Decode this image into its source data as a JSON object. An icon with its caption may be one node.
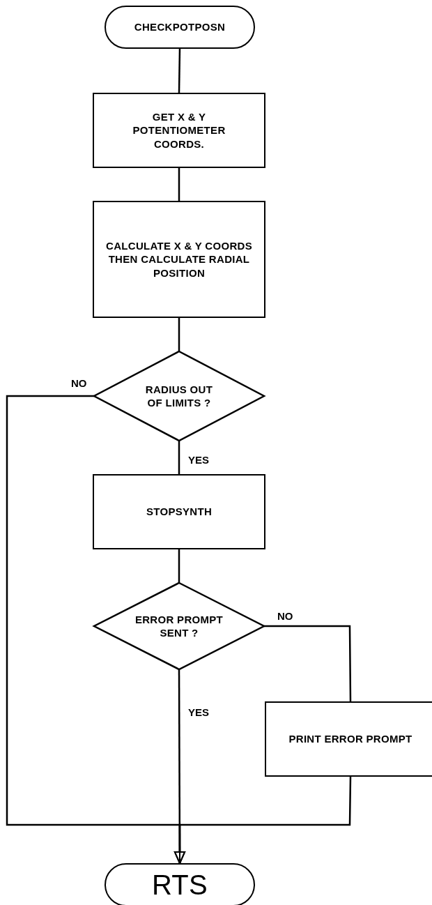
{
  "diagram": {
    "nodes": [
      {
        "text": [
          "CHECKPOTPOSN"
        ]
      },
      {
        "text": [
          "GET X & Y POTENTIOMETER COORDS."
        ]
      },
      {
        "text": [
          "CALCULATE X & Y COORDS THEN CALCULATE RADIAL POSITION"
        ]
      },
      {
        "text": [
          "RADIUS OUT OF LIMITS ?"
        ]
      },
      {
        "text": [
          "STOPSYNTH"
        ]
      },
      {
        "text": [
          "ERROR PROMPT SENT ?"
        ]
      },
      {
        "text": [
          "PRINT ERROR PROMPT"
        ]
      },
      {
        "text": [
          "RTS"
        ]
      }
    ],
    "edges": [
      {
        "from": 0,
        "to": 1,
        "arrow": "none"
      },
      {
        "from": 1,
        "to": 2,
        "arrow": "none"
      },
      {
        "from": 2,
        "to": 3,
        "arrow": "none"
      },
      {
        "from": 3,
        "to": 4,
        "arrow": "none",
        "label": "YES"
      },
      {
        "from": 3,
        "to": 7,
        "arrow": "to",
        "label": "NO"
      },
      {
        "from": 4,
        "to": 5,
        "arrow": "none"
      },
      {
        "from": 5,
        "to": 7,
        "arrow": "to",
        "label": "YES"
      },
      {
        "from": 5,
        "to": 6,
        "arrow": "none",
        "label": "NO"
      },
      {
        "from": 6,
        "to": 7,
        "arrow": "to"
      }
    ]
  }
}
